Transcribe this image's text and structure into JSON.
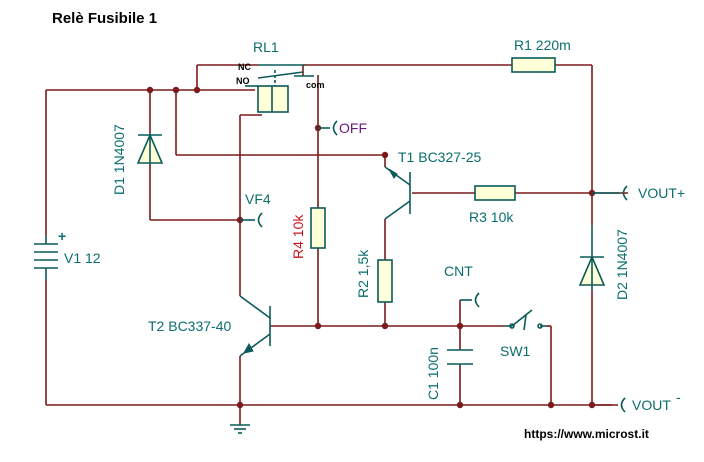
{
  "title": "Relè Fusibile 1",
  "website": "https://www.microst.it",
  "labels": {
    "rl1": "RL1",
    "nc": "NC",
    "no": "NO",
    "com": "com",
    "off": "OFF",
    "r1": "R1 220m",
    "t1": "T1 BC327-25",
    "vout_plus": "VOUT+",
    "vout_plus_sign": "+",
    "vout_minus": "VOUT",
    "vout_minus_sign": "-",
    "d1": "D1 1N4007",
    "vf4": "VF4",
    "r4": "R4 10k",
    "r3": "R3 10k",
    "v1": "V1 12",
    "v1_plus": "+",
    "r2": "R2 1,5k",
    "cnt": "CNT",
    "d2": "D2 1N4007",
    "t2": "T2 BC337-40",
    "sw1": "SW1",
    "c1": "C1 100n"
  },
  "colors": {
    "wire": "#7a1a1a",
    "component": "#0b5a5a",
    "label": "#0b6e6e",
    "r4_label": "#c4161c",
    "probe_label": "#6a1b7a"
  }
}
